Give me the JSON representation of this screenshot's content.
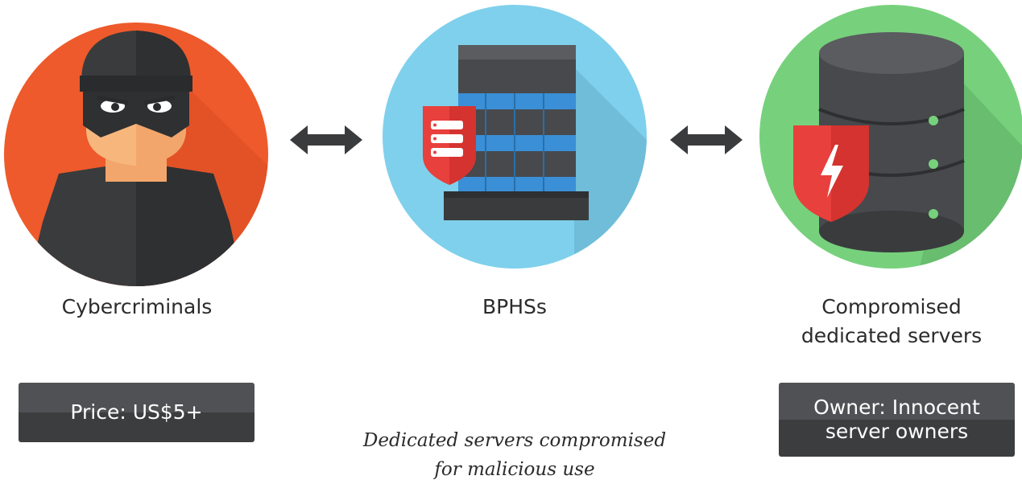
{
  "nodes": [
    {
      "label": "Cybercriminals",
      "icon": "masked-hacker-icon",
      "color": "#ee5a2b"
    },
    {
      "label": "BPHSs",
      "icon": "server-building-icon",
      "color": "#7fd0ec"
    },
    {
      "label_line1": "Compromised",
      "label_line2": "dedicated servers",
      "icon": "database-server-icon",
      "color": "#77d17c"
    }
  ],
  "tags": {
    "price": "Price: US$5+",
    "owner_line1": "Owner: Innocent",
    "owner_line2": "server owners"
  },
  "caption": {
    "line1": "Dedicated servers compromised",
    "line2": "for malicious use"
  },
  "colors": {
    "dark": "#3a3b3d",
    "shield_red": "#e8403c",
    "blue_band": "#3a8fd6"
  }
}
